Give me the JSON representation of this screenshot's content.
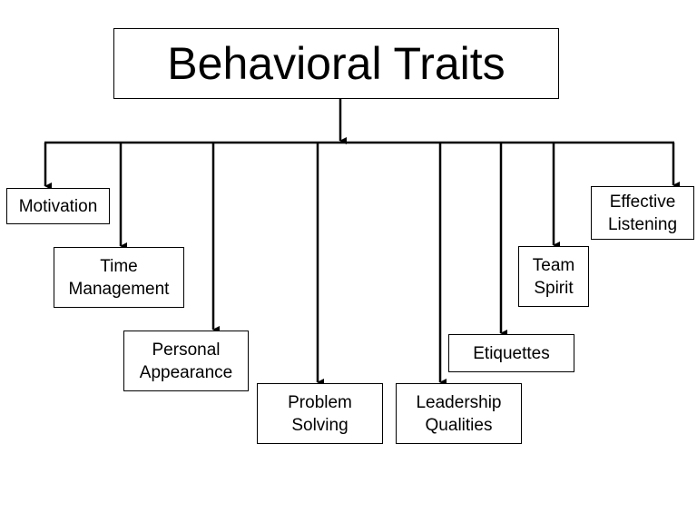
{
  "root": {
    "label": "Behavioral Traits"
  },
  "children": [
    {
      "id": "motivation",
      "lines": [
        "Motivation"
      ]
    },
    {
      "id": "time-management",
      "lines": [
        "Time",
        "Management"
      ]
    },
    {
      "id": "personal-appearance",
      "lines": [
        "Personal",
        "Appearance"
      ]
    },
    {
      "id": "problem-solving",
      "lines": [
        "Problem",
        "Solving"
      ]
    },
    {
      "id": "leadership-qualities",
      "lines": [
        "Leadership",
        "Qualities"
      ]
    },
    {
      "id": "etiquettes",
      "lines": [
        "Etiquettes"
      ]
    },
    {
      "id": "team-spirit",
      "lines": [
        "Team",
        "Spirit"
      ]
    },
    {
      "id": "effective-listening",
      "lines": [
        "Effective",
        "Listening"
      ]
    }
  ]
}
